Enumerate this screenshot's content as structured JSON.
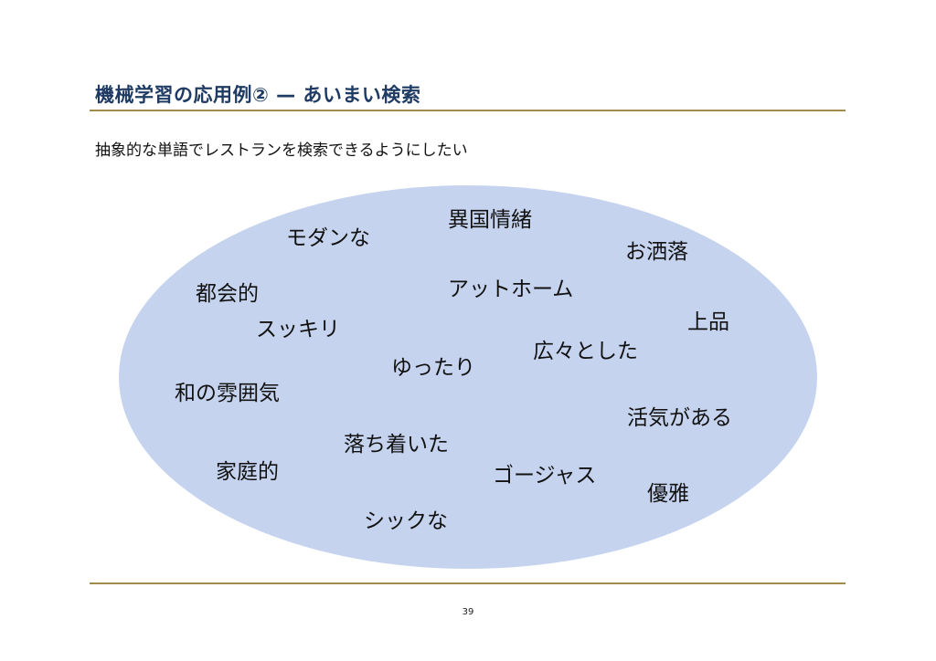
{
  "slide": {
    "title": "機械学習の応用例② — あいまい検索",
    "subtitle": "抽象的な単語でレストランを検索できるようにしたい",
    "page_number": "39"
  },
  "colors": {
    "title": "#1f3b64",
    "rule": "#a08a4c",
    "cloud_fill": "#c5d3ee"
  },
  "terms": [
    "異国情緒",
    "モダンな",
    "お洒落",
    "都会的",
    "アットホーム",
    "上品",
    "スッキリ",
    "広々とした",
    "ゆったり",
    "和の雰囲気",
    "活気がある",
    "落ち着いた",
    "家庭的",
    "ゴージャス",
    "優雅",
    "シックな"
  ]
}
